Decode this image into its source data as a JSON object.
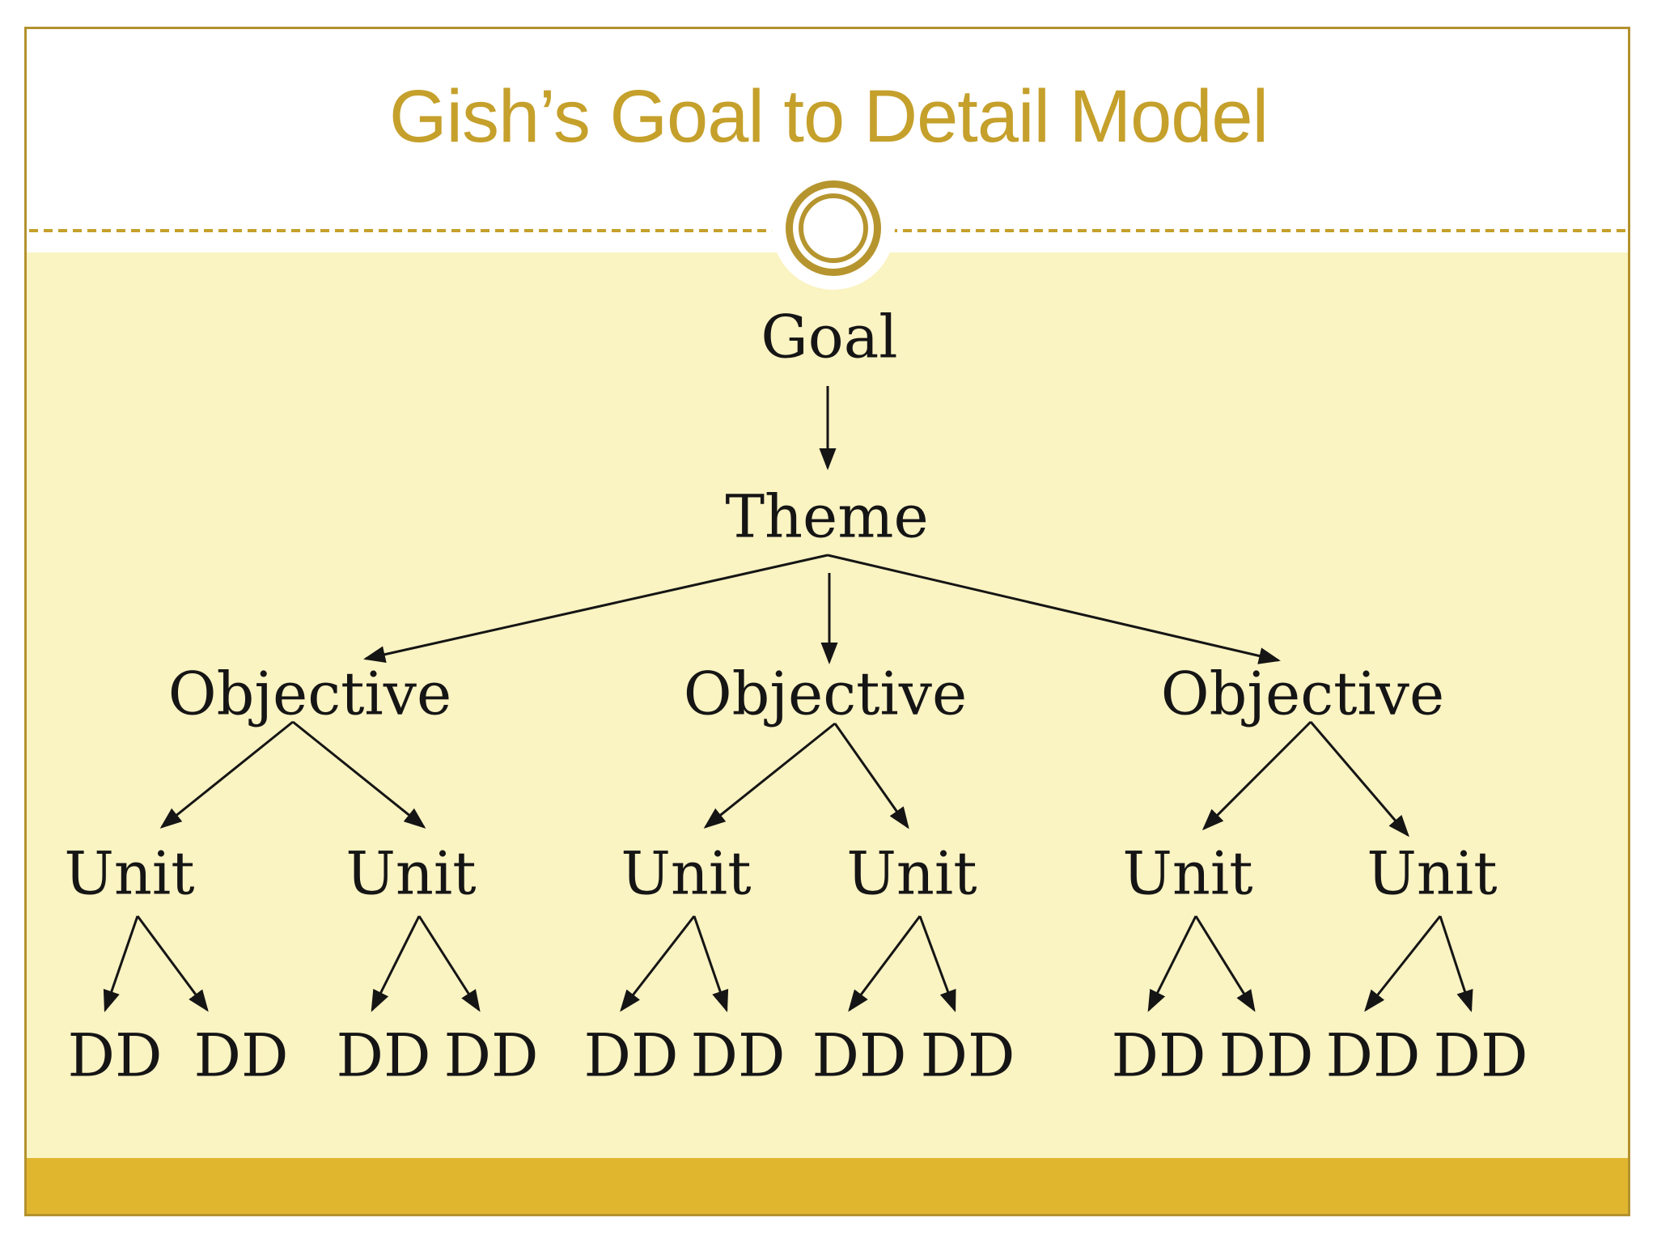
{
  "slide": {
    "title": "Gish’s Goal to Detail Model",
    "ornament": "double-ring-circle",
    "colors": {
      "accent_gold": "#C5A02B",
      "ring_gold": "#B6952F",
      "border_gold": "#B3922E",
      "pale_yellow": "#FAF3C2",
      "bottom_bar_gold": "#E1B62F",
      "text_black": "#151515",
      "background": "#FFFFFF"
    }
  },
  "diagram": {
    "goal": "Goal",
    "theme": "Theme",
    "objectives": [
      "Objective",
      "Objective",
      "Objective"
    ],
    "units": [
      "Unit",
      "Unit",
      "Unit",
      "Unit",
      "Unit",
      "Unit"
    ],
    "details": [
      "DD",
      "DD",
      "DD",
      "DD",
      "DD",
      "DD",
      "DD",
      "DD",
      "DD",
      "DD",
      "DD",
      "DD"
    ]
  }
}
